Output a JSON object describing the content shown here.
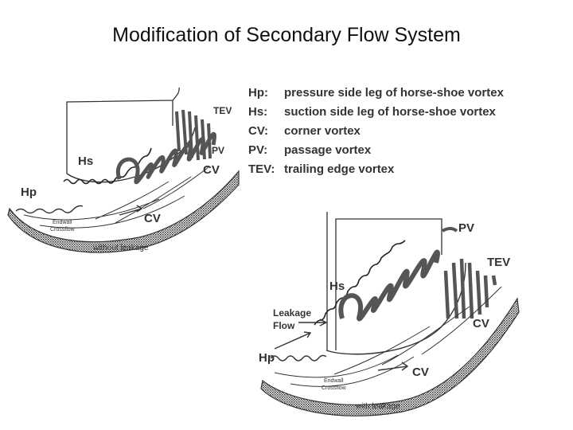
{
  "slide": {
    "title": "Modification of Secondary Flow System"
  },
  "legend": [
    {
      "abbr": "Hp:",
      "desc": "pressure side leg of horse-shoe vortex"
    },
    {
      "abbr": "Hs:",
      "desc": "suction side leg of horse-shoe vortex"
    },
    {
      "abbr": "CV:",
      "desc": "corner vortex"
    },
    {
      "abbr": "PV:",
      "desc": "passage vortex"
    },
    {
      "abbr": "TEV:",
      "desc": "trailing edge vortex"
    }
  ],
  "diagram_left": {
    "labels": {
      "tev": "TEV",
      "hs": "Hs",
      "pv": "PV",
      "cv_upper": "CV",
      "hp": "Hp",
      "cv_lower": "CV",
      "endwall": "Endwall",
      "crossflow": "Crossflow"
    },
    "caption": "without leakage"
  },
  "diagram_right": {
    "labels": {
      "pv": "PV",
      "tev": "TEV",
      "hs": "Hs",
      "leakage": "Leakage",
      "flow": "Flow",
      "cv_upper": "CV",
      "hp": "Hp",
      "cv_lower": "CV",
      "endwall": "Endwall",
      "crossflow": "Crossflow"
    },
    "caption": "with leakage"
  }
}
